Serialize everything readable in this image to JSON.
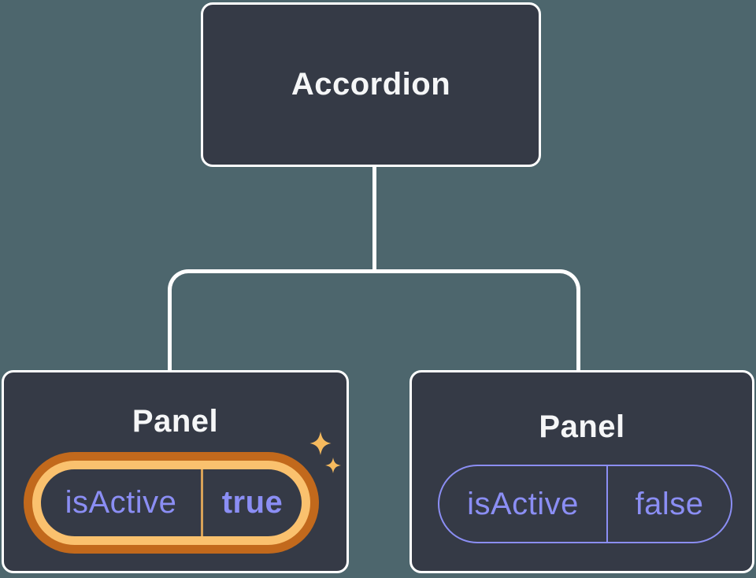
{
  "diagram": {
    "root": {
      "label": "Accordion"
    },
    "panels": [
      {
        "title": "Panel",
        "prop_name": "isActive",
        "prop_value": "true",
        "highlighted": true
      },
      {
        "title": "Panel",
        "prop_name": "isActive",
        "prop_value": "false",
        "highlighted": false
      }
    ]
  },
  "icons": {
    "sparkles": {
      "name": "sparkles-icon",
      "glyph": "✦"
    }
  },
  "colors": {
    "background": "#4d666d",
    "node_fill": "#353a46",
    "node_border": "#ffffff",
    "connector": "#ffffff",
    "title_text": "#f5f6f7",
    "prop_text": "#8b8ef4",
    "pill_outline_inactive": "#8b8ef4",
    "pill_ring_outer": "#c2691c",
    "pill_ring_inner": "#fac16e",
    "pill_divider_active": "#d8a258",
    "sparkle": "#f6ba5e"
  }
}
